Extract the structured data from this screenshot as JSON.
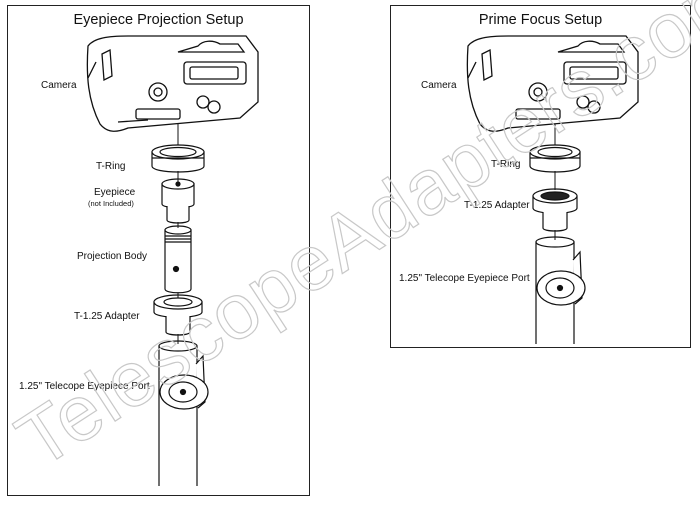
{
  "left_panel": {
    "title": "Eyepiece Projection Setup",
    "labels": {
      "camera": "Camera",
      "t_ring": "T-Ring",
      "eyepiece": "Eyepiece",
      "eyepiece_note": "(not Included)",
      "projection_body": "Projection Body",
      "t_adapter": "T-1.25 Adapter",
      "eyepiece_port": "1.25\" Telecope Eyepiece Port"
    }
  },
  "right_panel": {
    "title": "Prime Focus Setup",
    "labels": {
      "camera": "Camera",
      "t_ring": "T-Ring",
      "t_adapter": "T-1.25 Adapter",
      "eyepiece_port": "1.25\" Telecope Eyepiece Port"
    }
  },
  "watermark": "TelescopeAdapters.com"
}
